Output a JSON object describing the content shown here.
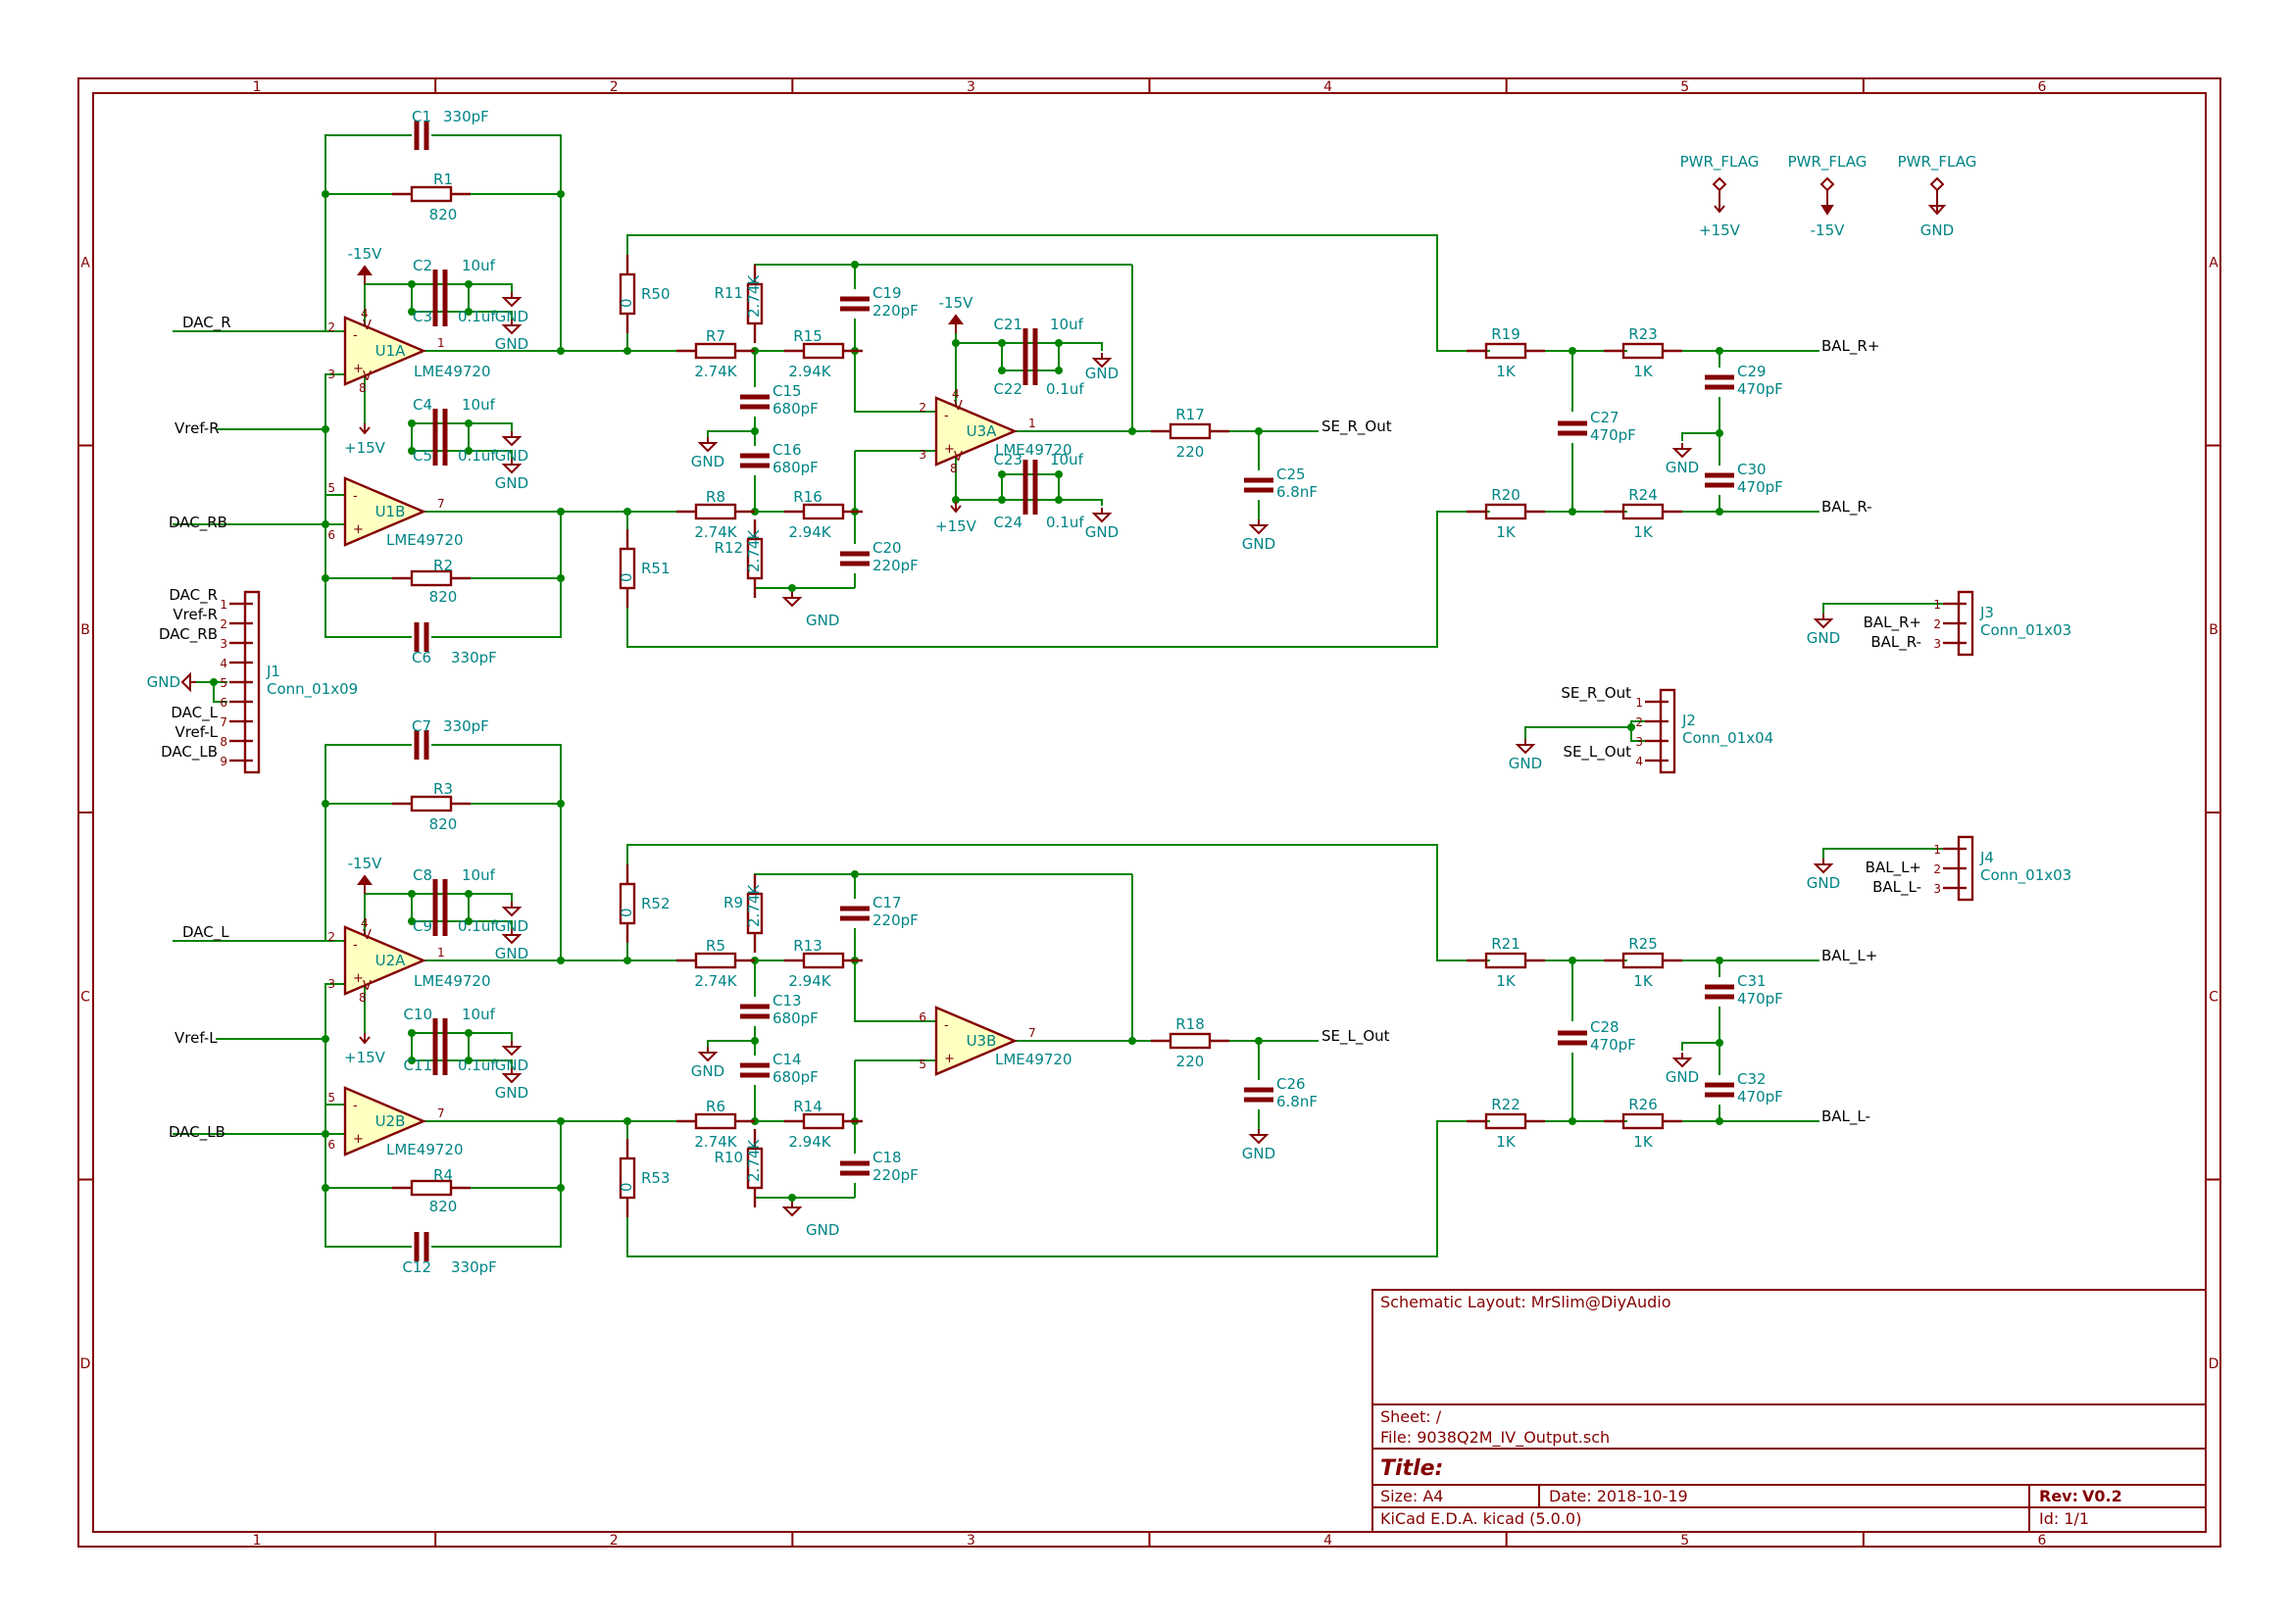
{
  "frame": {
    "columns": [
      "1",
      "2",
      "3",
      "4",
      "5",
      "6"
    ],
    "rows": [
      "A",
      "B",
      "C",
      "D"
    ]
  },
  "title_block": {
    "comment": "Schematic Layout: MrSlim@DiyAudio",
    "sheet": "Sheet: /",
    "file": "File: 9038Q2M_IV_Output.sch",
    "title": "Title:",
    "size": "Size: A4",
    "date": "Date: 2018-10-19",
    "rev_label": "Rev:",
    "rev": "V0.2",
    "tool": "KiCad E.D.A.  kicad (5.0.0)",
    "id": "Id: 1/1"
  },
  "power_flags": [
    {
      "name": "PWR_FLAG",
      "net": "+15V"
    },
    {
      "name": "PWR_FLAG",
      "net": "-15V"
    },
    {
      "name": "PWR_FLAG",
      "net": "GND"
    }
  ],
  "net_labels": {
    "dac_r": "DAC_R",
    "vref_r": "Vref-R",
    "dac_rb": "DAC_RB",
    "dac_l": "DAC_L",
    "vref_l": "Vref-L",
    "dac_lb": "DAC_LB",
    "se_r_out": "SE_R_Out",
    "se_l_out": "SE_L_Out",
    "bal_r_p": "BAL_R+",
    "bal_r_n": "BAL_R-",
    "bal_l_p": "BAL_L+",
    "bal_l_n": "BAL_L-",
    "gnd": "GND",
    "p15": "+15V",
    "n15": "-15V"
  },
  "opamps": [
    {
      "ref": "U1A",
      "value": "LME49720",
      "pins": [
        "2",
        "3",
        "1",
        "4",
        "8"
      ]
    },
    {
      "ref": "U1B",
      "value": "LME49720",
      "pins": [
        "5",
        "6",
        "7"
      ]
    },
    {
      "ref": "U3A",
      "value": "LME49720",
      "pins": [
        "2",
        "3",
        "1",
        "4",
        "8"
      ]
    },
    {
      "ref": "U2A",
      "value": "LME49720",
      "pins": [
        "2",
        "3",
        "1",
        "4",
        "8"
      ]
    },
    {
      "ref": "U2B",
      "value": "LME49720",
      "pins": [
        "5",
        "6",
        "7"
      ]
    },
    {
      "ref": "U3B",
      "value": "LME49720",
      "pins": [
        "6",
        "5",
        "7"
      ]
    }
  ],
  "resistors": {
    "R1": {
      "ref": "R1",
      "value": "820"
    },
    "R2": {
      "ref": "R2",
      "value": "820"
    },
    "R3": {
      "ref": "R3",
      "value": "820"
    },
    "R4": {
      "ref": "R4",
      "value": "820"
    },
    "R5": {
      "ref": "R5",
      "value": "2.74K"
    },
    "R6": {
      "ref": "R6",
      "value": "2.74K"
    },
    "R7": {
      "ref": "R7",
      "value": "2.74K"
    },
    "R8": {
      "ref": "R8",
      "value": "2.74K"
    },
    "R9": {
      "ref": "R9",
      "value": "2.74K"
    },
    "R10": {
      "ref": "R10",
      "value": "2.74K"
    },
    "R11": {
      "ref": "R11",
      "value": "2.74K"
    },
    "R12": {
      "ref": "R12",
      "value": "2.74K"
    },
    "R13": {
      "ref": "R13",
      "value": "2.94K"
    },
    "R14": {
      "ref": "R14",
      "value": "2.94K"
    },
    "R15": {
      "ref": "R15",
      "value": "2.94K"
    },
    "R16": {
      "ref": "R16",
      "value": "2.94K"
    },
    "R17": {
      "ref": "R17",
      "value": "220"
    },
    "R18": {
      "ref": "R18",
      "value": "220"
    },
    "R19": {
      "ref": "R19",
      "value": "1K"
    },
    "R20": {
      "ref": "R20",
      "value": "1K"
    },
    "R21": {
      "ref": "R21",
      "value": "1K"
    },
    "R22": {
      "ref": "R22",
      "value": "1K"
    },
    "R23": {
      "ref": "R23",
      "value": "1K"
    },
    "R24": {
      "ref": "R24",
      "value": "1K"
    },
    "R25": {
      "ref": "R25",
      "value": "1K"
    },
    "R26": {
      "ref": "R26",
      "value": "1K"
    },
    "R50": {
      "ref": "R50",
      "value": "0"
    },
    "R51": {
      "ref": "R51",
      "value": "0"
    },
    "R52": {
      "ref": "R52",
      "value": "0"
    },
    "R53": {
      "ref": "R53",
      "value": "0"
    }
  },
  "capacitors": {
    "C1": {
      "ref": "C1",
      "value": "330pF"
    },
    "C2": {
      "ref": "C2",
      "value": "10uf"
    },
    "C3": {
      "ref": "C3",
      "value": "0.1uf"
    },
    "C4": {
      "ref": "C4",
      "value": "10uf"
    },
    "C5": {
      "ref": "C5",
      "value": "0.1uf"
    },
    "C6": {
      "ref": "C6",
      "value": "330pF"
    },
    "C7": {
      "ref": "C7",
      "value": "330pF"
    },
    "C8": {
      "ref": "C8",
      "value": "10uf"
    },
    "C9": {
      "ref": "C9",
      "value": "0.1uf"
    },
    "C10": {
      "ref": "C10",
      "value": "10uf"
    },
    "C11": {
      "ref": "C11",
      "value": "0.1uf"
    },
    "C12": {
      "ref": "C12",
      "value": "330pF"
    },
    "C13": {
      "ref": "C13",
      "value": "680pF"
    },
    "C14": {
      "ref": "C14",
      "value": "680pF"
    },
    "C15": {
      "ref": "C15",
      "value": "680pF"
    },
    "C16": {
      "ref": "C16",
      "value": "680pF"
    },
    "C17": {
      "ref": "C17",
      "value": "220pF"
    },
    "C18": {
      "ref": "C18",
      "value": "220pF"
    },
    "C19": {
      "ref": "C19",
      "value": "220pF"
    },
    "C20": {
      "ref": "C20",
      "value": "220pF"
    },
    "C21": {
      "ref": "C21",
      "value": "10uf"
    },
    "C22": {
      "ref": "C22",
      "value": "0.1uf"
    },
    "C23": {
      "ref": "C23",
      "value": "10uf"
    },
    "C24": {
      "ref": "C24",
      "value": "0.1uf"
    },
    "C25": {
      "ref": "C25",
      "value": "6.8nF"
    },
    "C26": {
      "ref": "C26",
      "value": "6.8nF"
    },
    "C27": {
      "ref": "C27",
      "value": "470pF"
    },
    "C28": {
      "ref": "C28",
      "value": "470pF"
    },
    "C29": {
      "ref": "C29",
      "value": "470pF"
    },
    "C30": {
      "ref": "C30",
      "value": "470pF"
    },
    "C31": {
      "ref": "C31",
      "value": "470pF"
    },
    "C32": {
      "ref": "C32",
      "value": "470pF"
    }
  },
  "connectors": {
    "J1": {
      "ref": "J1",
      "value": "Conn_01x09",
      "pins": [
        "1",
        "2",
        "3",
        "4",
        "5",
        "6",
        "7",
        "8",
        "9"
      ],
      "signals": [
        "DAC_R",
        "Vref-R",
        "DAC_RB",
        "",
        "",
        "",
        "DAC_L",
        "Vref-L",
        "DAC_LB"
      ]
    },
    "J2": {
      "ref": "J2",
      "value": "Conn_01x04",
      "pins": [
        "1",
        "2",
        "3",
        "4"
      ],
      "signals": [
        "SE_R_Out",
        "",
        "",
        "SE_L_Out"
      ]
    },
    "J3": {
      "ref": "J3",
      "value": "Conn_01x03",
      "pins": [
        "1",
        "2",
        "3"
      ],
      "signals": [
        "",
        "BAL_R+",
        "BAL_R-"
      ]
    },
    "J4": {
      "ref": "J4",
      "value": "Conn_01x03",
      "pins": [
        "1",
        "2",
        "3"
      ],
      "signals": [
        "",
        "BAL_L+",
        "BAL_L-"
      ]
    }
  }
}
